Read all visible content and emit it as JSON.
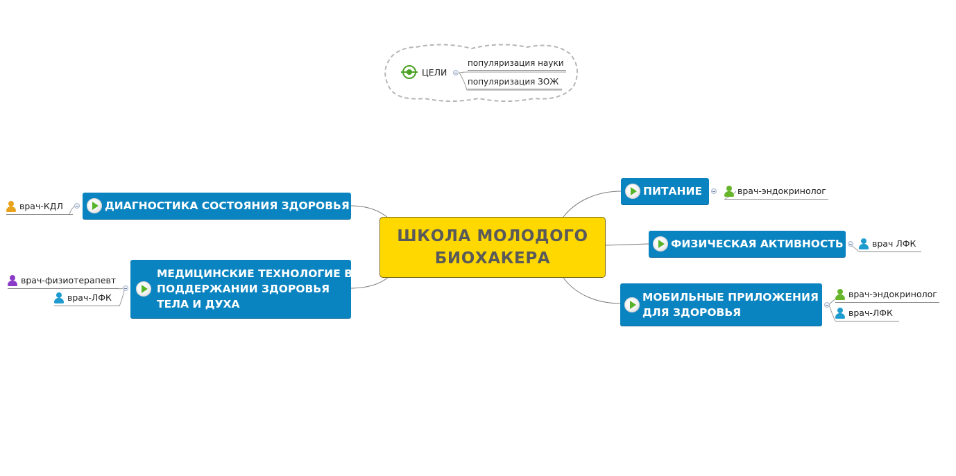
{
  "central": {
    "line1": "ШКОЛА МОЛОДОГО",
    "line2": "БИОХАКЕРА"
  },
  "goals": {
    "label": "ЦЕЛИ",
    "icon": "target-icon",
    "items": [
      "популяризация науки",
      "популяризация ЗОЖ"
    ]
  },
  "topics": [
    {
      "id": "diagnostics",
      "label": "ДИАГНОСТИКА СОСТОЯНИЯ ЗДОРОВЬЯ",
      "subtopics": [
        {
          "label": "врач-КДЛ",
          "icon_color": "#e9a21b"
        }
      ]
    },
    {
      "id": "med-tech",
      "lines": [
        "МЕДИЦИНСКИЕ ТЕХНОЛОГИЕ В",
        "ПОДДЕРЖАНИИ ЗДОРОВЬЯ",
        "ТЕЛА И ДУХА"
      ],
      "subtopics": [
        {
          "label": "врач-физиотерапевт",
          "icon_color": "#8a3bc7"
        },
        {
          "label": "врач-ЛФК",
          "icon_color": "#1f9ccf"
        }
      ]
    },
    {
      "id": "nutrition",
      "label": "ПИТАНИЕ",
      "subtopics": [
        {
          "label": "врач-эндокринолог",
          "icon_color": "#67b52a"
        }
      ]
    },
    {
      "id": "physical",
      "label": "ФИЗИЧЕСКАЯ АКТИВНОСТЬ",
      "subtopics": [
        {
          "label": "врач ЛФК",
          "icon_color": "#1f9ccf"
        }
      ]
    },
    {
      "id": "mobile",
      "lines": [
        "МОБИЛЬНЫЕ ПРИЛОЖЕНИЯ",
        "ДЛЯ ЗДОРОВЬЯ"
      ],
      "subtopics": [
        {
          "label": "врач-эндокринолог",
          "icon_color": "#67b52a"
        },
        {
          "label": "врач-ЛФК",
          "icon_color": "#1f9ccf"
        }
      ]
    }
  ],
  "colors": {
    "central_fill": "#ffd800",
    "topic_fill": "#0a84c1",
    "play_icon": "#57b32a",
    "goal_icon": "#4aa123"
  }
}
